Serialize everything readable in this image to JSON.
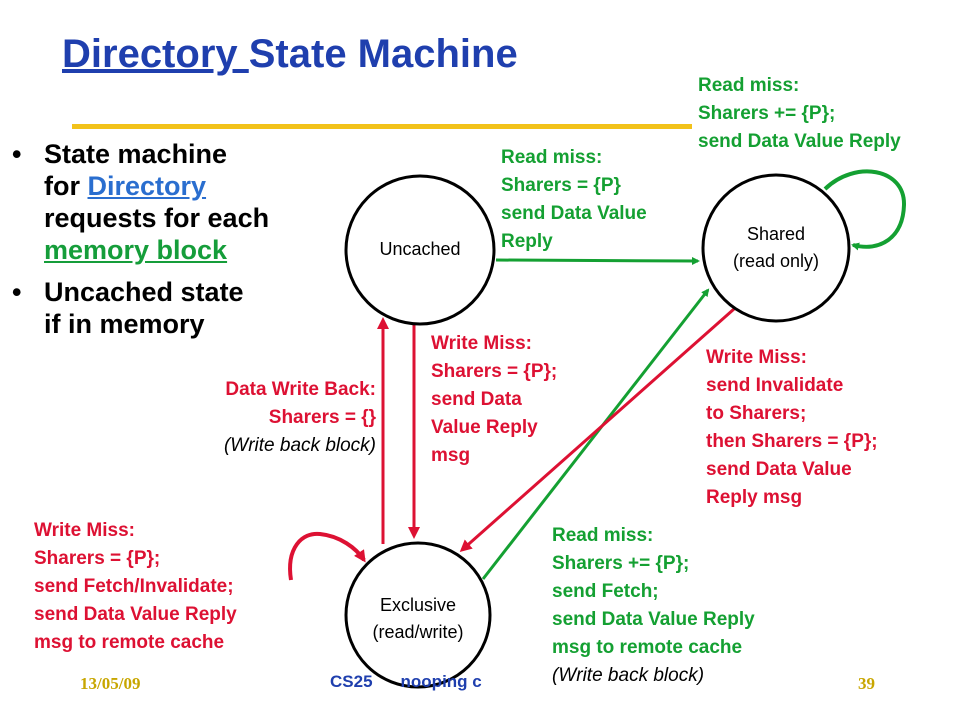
{
  "slide": {
    "title_link": "Directory ",
    "title_rest": "State Machine",
    "bullets": [
      {
        "parts": [
          "State machine",
          "for ",
          "Directory",
          "requests for each",
          "memory block"
        ]
      },
      {
        "parts": [
          "Uncached state",
          "if in memory"
        ]
      }
    ]
  },
  "nodes": {
    "uncached": "Uncached",
    "shared": [
      "Shared",
      "(read only)"
    ],
    "exclusive": [
      "Exclusive",
      "(read/write)"
    ]
  },
  "labels": {
    "shared_self": [
      "Read miss:",
      "Sharers += {P};",
      "send Data Value Reply"
    ],
    "unc_to_shared": [
      "Read miss:",
      "Sharers = {P}",
      "send Data Value",
      "Reply"
    ],
    "unc_to_excl": [
      "Write Miss:",
      "Sharers = {P};",
      "send Data",
      "Value Reply",
      "msg"
    ],
    "excl_to_unc": [
      "Data Write Back:",
      "Sharers = {}",
      "(Write back block)"
    ],
    "shared_to_excl": [
      "Write Miss:",
      "send Invalidate",
      "to Sharers;",
      "then Sharers = {P};",
      "send Data Value",
      "Reply msg"
    ],
    "excl_self": [
      "Write Miss:",
      "Sharers = {P};",
      "send Fetch/Invalidate;",
      "send Data Value Reply",
      "msg to remote cache"
    ],
    "excl_to_shared": [
      "Read miss:",
      "Sharers += {P};",
      "send Fetch;",
      "send Data Value Reply",
      "msg to remote cache",
      "(Write back block)"
    ]
  },
  "footer": {
    "date": "13/05/09",
    "course": "CS25",
    "partial": "nooping c",
    "page": "39"
  },
  "colors": {
    "title": "#1f3fae",
    "rule": "#f2c21a",
    "green": "#14a032",
    "red": "#dd1133",
    "footer": "#c8a600"
  }
}
